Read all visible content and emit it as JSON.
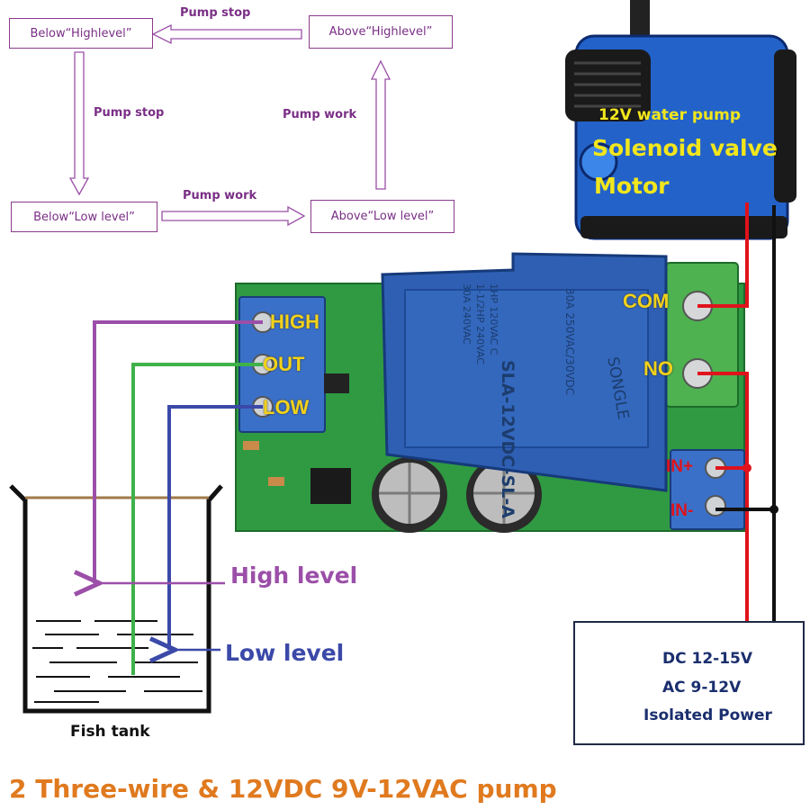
{
  "state_diagram": {
    "states": {
      "below_high": "Below“Highlevel”",
      "above_high": "Above“Highlevel”",
      "below_low": "Below“Low level”",
      "above_low": "Above“Low level”"
    },
    "transitions": {
      "top": "Pump stop",
      "left": "Pump stop",
      "bottom": "Pump work",
      "right": "Pump work"
    }
  },
  "pump": {
    "title": "12V water pump",
    "line2": "Solenoid valve",
    "line3": "Motor"
  },
  "board": {
    "left_pins": [
      "HIGH",
      "OUT",
      "LOW"
    ],
    "right_pins": [
      "COM",
      "NO",
      "IN+",
      "IN-"
    ],
    "relay": {
      "brand": "SONGLE",
      "model": "SLA-12VDC-SL-A",
      "rating_1": "30A 250VAC/30VDC",
      "rating_2": "1HP 120VAC C",
      "rating_3": "1-1/2HP 240VAC",
      "rating_4": "30A 240VAC"
    }
  },
  "tank": {
    "label": "Fish tank",
    "high_label": "High level",
    "low_label": "Low level"
  },
  "power": {
    "line1": "DC 12-15V",
    "line2": "AC 9-12V",
    "line3": "Isolated Power"
  },
  "footer": "2 Three-wire & 12VDC 9V-12VAC pump",
  "colors": {
    "purple": "#9b4fa8",
    "green": "#3fb24a",
    "blue": "#3b49a8",
    "red": "#e0121b",
    "black": "#111111",
    "pcb": "#2f9a42",
    "relay": "#2f5fb3",
    "pump_body": "#2363c9",
    "footer": "#e07a1f"
  }
}
